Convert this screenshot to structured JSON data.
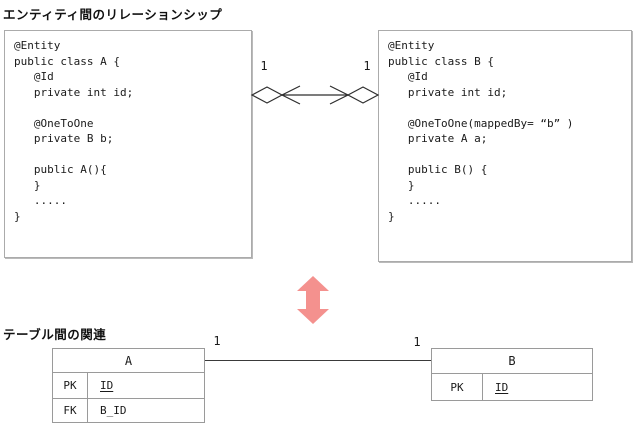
{
  "section_entity": {
    "title": "エンティティ間のリレーションシップ",
    "class_a_code": [
      "@Entity",
      "public class A {",
      "   @Id",
      "   private int id;",
      "",
      "   @OneToOne",
      "   private B b;",
      "",
      "   public A(){",
      "   }",
      "   .....",
      "}"
    ],
    "class_b_code": [
      "@Entity",
      "public class B {",
      "   @Id",
      "   private int id;",
      "",
      "   @OneToOne(mappedBy= “b” )",
      "   private A a;",
      "",
      "   public B() {",
      "   }",
      "   .....",
      "}"
    ],
    "relationship": {
      "left_multiplicity": "1",
      "right_multiplicity": "1"
    }
  },
  "section_table": {
    "title": "テーブル間の関連",
    "relationship": {
      "left_multiplicity": "1",
      "right_multiplicity": "1"
    },
    "table_a": {
      "name": "A",
      "rows": [
        {
          "key": "PK",
          "column": "ID"
        },
        {
          "key": "FK",
          "column": "B_ID"
        }
      ]
    },
    "table_b": {
      "name": "B",
      "rows": [
        {
          "key": "PK",
          "column": "ID"
        }
      ]
    }
  },
  "colors": {
    "arrow_pink": "#f4918e",
    "diagram_line": "#2e2e2e",
    "box_border": "#ababab",
    "table_border": "#9a9a9a"
  }
}
